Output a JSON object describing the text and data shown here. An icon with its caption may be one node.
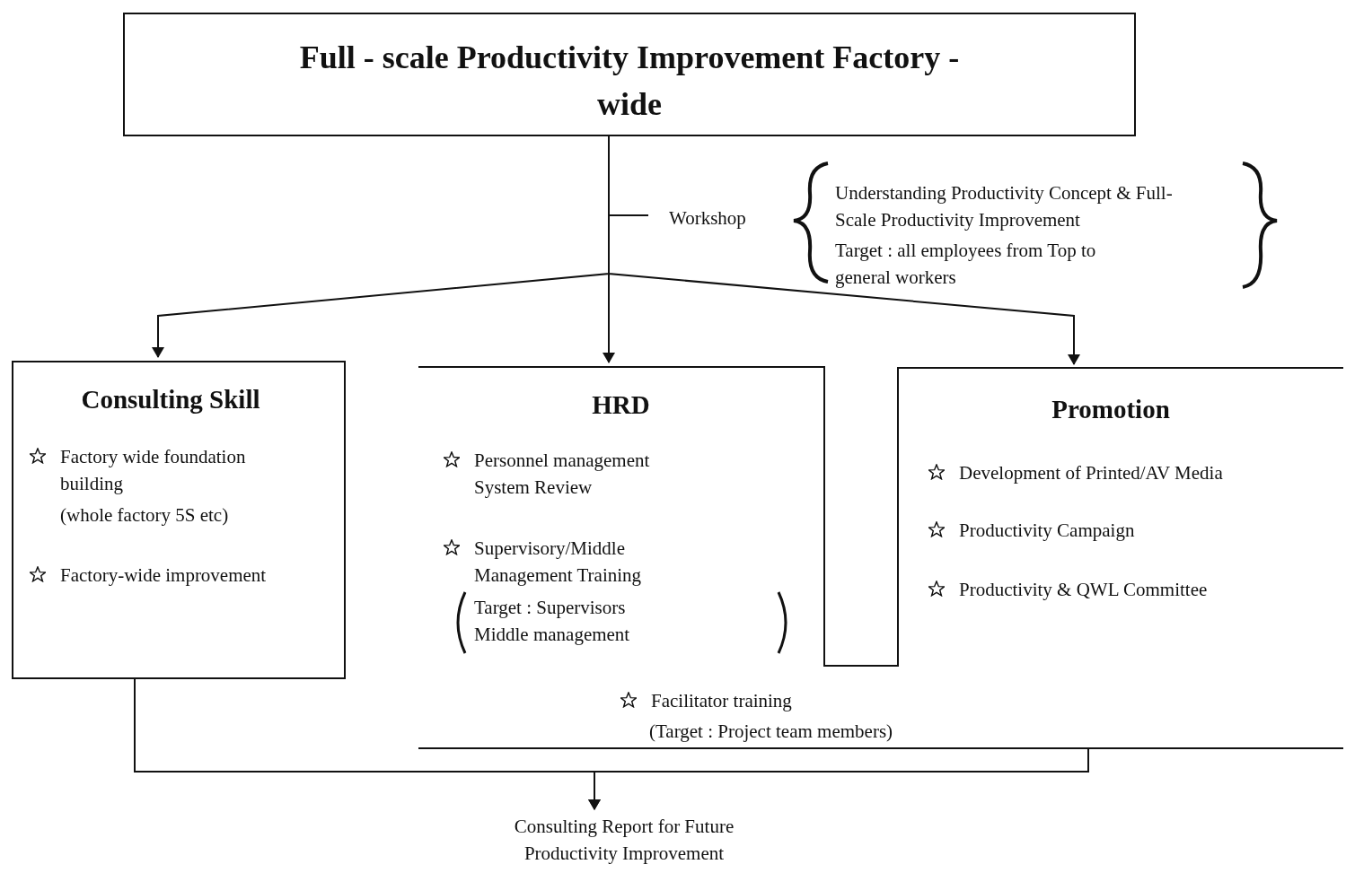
{
  "diagram": {
    "nodes": [
      {
        "text": [
          "Full - scale Productivity Improvement Factory - wide"
        ]
      },
      {
        "text": [
          "Consulting Skill",
          "Factory wide foundation building",
          "(whole factory 5S etc)",
          "Factory-wide improvement"
        ]
      },
      {
        "text": [
          "HRD",
          "Personnel management System Review",
          "Supervisory/Middle Management Training",
          "Target : Supervisors Middle management",
          "Facilitator training",
          "(Target : Project team members)"
        ]
      },
      {
        "text": [
          "Promotion",
          "Development of Printed/AV Media",
          "Productivity Campaign",
          "Productivity & QWL Committee"
        ],
        "in": 2
      },
      {
        "text": [
          "Consulting Report for Future Productivity Improvement"
        ]
      }
    ],
    "edges": [
      {
        "from": 0,
        "to": 1,
        "arrow": "to"
      },
      {
        "from": 0,
        "to": 2,
        "arrow": "to"
      },
      {
        "from": 0,
        "to": 3,
        "arrow": "to"
      },
      {
        "from": 1,
        "to": 4,
        "arrow": "to"
      },
      {
        "from": 2,
        "to": 4,
        "arrow": "to"
      }
    ],
    "labels": [
      "Workshop",
      "Understanding Productivity Concept & Full-Scale Productivity Improvement",
      "Target : all employees from Top to general workers"
    ]
  }
}
